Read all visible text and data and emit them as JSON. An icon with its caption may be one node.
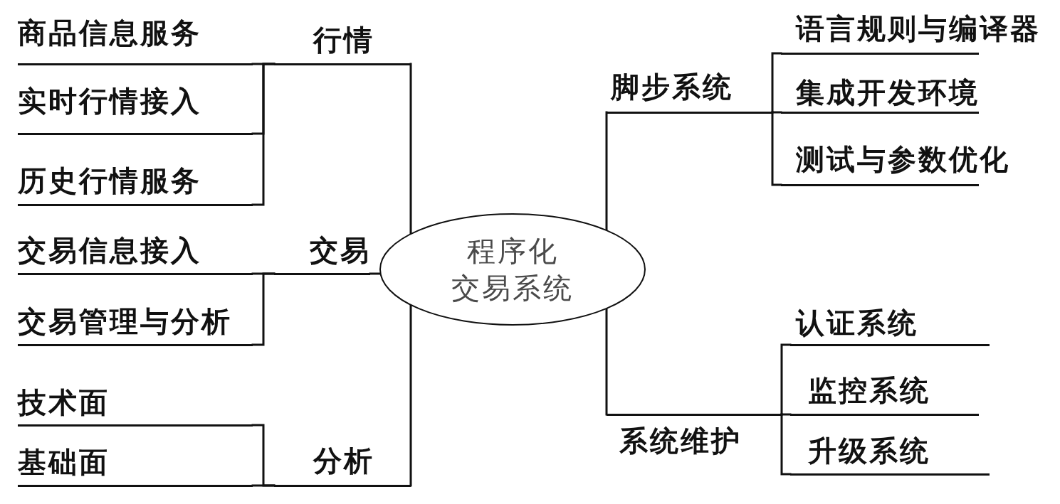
{
  "diagram": {
    "nodes": [
      {
        "text": [
          "商品信息服务"
        ]
      },
      {
        "text": [
          "行情"
        ]
      },
      {
        "text": [
          "实时行情接入"
        ]
      },
      {
        "text": [
          "历史行情服务"
        ]
      },
      {
        "text": [
          "交易信息接入"
        ]
      },
      {
        "text": [
          "交易"
        ]
      },
      {
        "text": [
          "交易管理与分析"
        ]
      },
      {
        "text": [
          "技术面"
        ]
      },
      {
        "text": [
          "基础面"
        ]
      },
      {
        "text": [
          "分析"
        ]
      },
      {
        "text": [
          "程序化交易系统"
        ]
      },
      {
        "text": [
          "语言规则与编译器"
        ]
      },
      {
        "text": [
          "脚步系统"
        ]
      },
      {
        "text": [
          "集成开发环境"
        ]
      },
      {
        "text": [
          "测试与参数优化"
        ]
      },
      {
        "text": [
          "认证系统"
        ]
      },
      {
        "text": [
          "监控系统"
        ]
      },
      {
        "text": [
          "升级系统"
        ]
      },
      {
        "text": [
          "系统维护"
        ]
      }
    ],
    "edges": [
      {
        "from": 0,
        "to": 1,
        "arrow": "none"
      },
      {
        "from": 2,
        "to": 1,
        "arrow": "none"
      },
      {
        "from": 3,
        "to": 1,
        "arrow": "none"
      },
      {
        "from": 1,
        "to": 10,
        "arrow": "none"
      },
      {
        "from": 4,
        "to": 5,
        "arrow": "none"
      },
      {
        "from": 6,
        "to": 5,
        "arrow": "none"
      },
      {
        "from": 5,
        "to": 10,
        "arrow": "none"
      },
      {
        "from": 7,
        "to": 9,
        "arrow": "none"
      },
      {
        "from": 8,
        "to": 9,
        "arrow": "none"
      },
      {
        "from": 9,
        "to": 10,
        "arrow": "none"
      },
      {
        "from": 11,
        "to": 12,
        "arrow": "none"
      },
      {
        "from": 13,
        "to": 12,
        "arrow": "none"
      },
      {
        "from": 14,
        "to": 12,
        "arrow": "none"
      },
      {
        "from": 12,
        "to": 10,
        "arrow": "none"
      },
      {
        "from": 15,
        "to": 18,
        "arrow": "none"
      },
      {
        "from": 16,
        "to": 18,
        "arrow": "none"
      },
      {
        "from": 17,
        "to": 18,
        "arrow": "none"
      },
      {
        "from": 18,
        "to": 10,
        "arrow": "none"
      }
    ]
  }
}
